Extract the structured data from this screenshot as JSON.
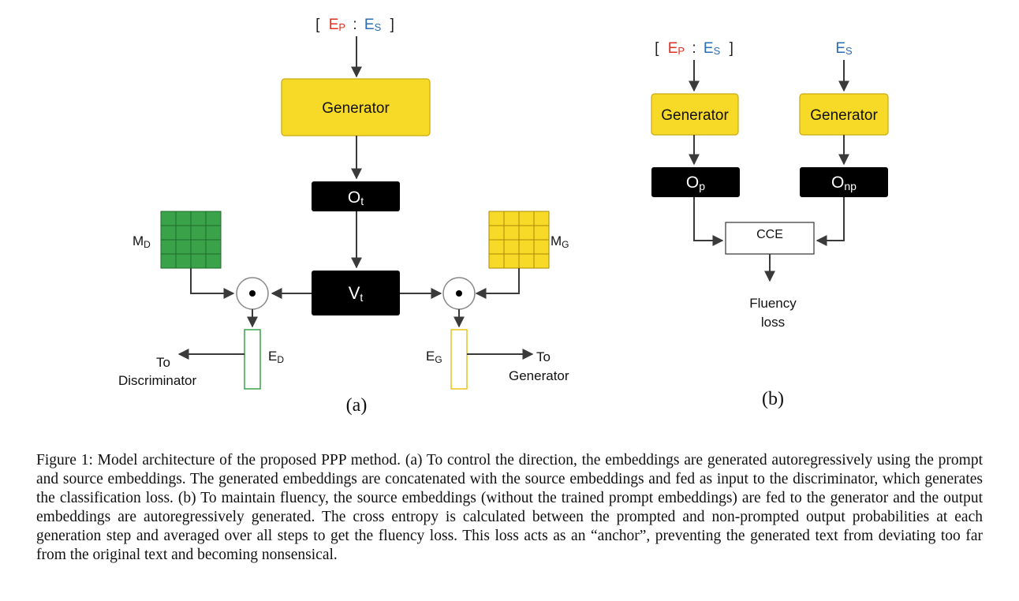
{
  "panel_a": {
    "input_bracket_open": "[",
    "input_ep": "E",
    "input_ep_sub": "P",
    "input_colon": ":",
    "input_es": "E",
    "input_es_sub": "S",
    "input_bracket_close": "]",
    "generator_label": "Generator",
    "ot_label": "O",
    "ot_sub": "t",
    "vt_label": "V",
    "vt_sub": "t",
    "md_label": "M",
    "md_sub": "D",
    "mg_label": "M",
    "mg_sub": "G",
    "ed_label": "E",
    "ed_sub": "D",
    "eg_label": "E",
    "eg_sub": "G",
    "to_disc_line1": "To",
    "to_disc_line2": "Discriminator",
    "to_gen_line1": "To",
    "to_gen_line2": "Generator",
    "panel_label": "(a)"
  },
  "panel_b": {
    "input_bracket_open": "[",
    "input_ep": "E",
    "input_ep_sub": "P",
    "input_colon": ":",
    "input_es": "E",
    "input_es_sub": "S",
    "input_bracket_close": "]",
    "input2_es": "E",
    "input2_es_sub": "S",
    "generator1_label": "Generator",
    "generator2_label": "Generator",
    "op_label": "O",
    "op_sub": "p",
    "onp_label": "O",
    "onp_sub": "np",
    "cce_label": "CCE",
    "fluency_line1": "Fluency",
    "fluency_line2": "loss",
    "panel_label": "(b)"
  },
  "colors": {
    "red": "#e03020",
    "blue": "#2a6db5",
    "yellow": "#f7d928",
    "green": "#3aa34a",
    "black": "#000000"
  },
  "caption": "Figure 1: Model architecture of the proposed PPP method. (a) To control the direction, the embeddings are generated autoregressively using the prompt and source embeddings. The generated embeddings are concatenated with the source embeddings and fed as input to the discriminator, which generates the classification loss. (b) To maintain fluency, the source embeddings (without the trained prompt embeddings) are fed to the generator and the output embeddings are autoregressively generated. The cross entropy is calculated between the prompted and non-prompted output probabilities at each generation step and averaged over all steps to get the fluency loss. This loss acts as an “anchor”, preventing the generated text from deviating too far from the original text and becoming nonsensical."
}
